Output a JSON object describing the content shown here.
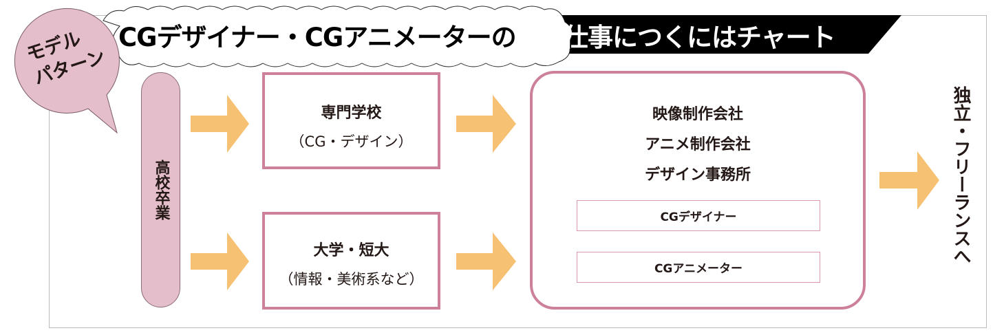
{
  "title": {
    "cloud_part": "CGデザイナー・CGアニメーターの",
    "banner_part": "仕事につくにはチャート"
  },
  "bubble": {
    "line1": "モデル",
    "line2": "パターン"
  },
  "start": "高校卒業",
  "schools": [
    {
      "title": "専門学校",
      "sub": "（CG・デザイン）"
    },
    {
      "title": "大学・短大",
      "sub": "（情報・美術系など）"
    }
  ],
  "employers": {
    "lines": [
      "映像制作会社",
      "アニメ制作会社",
      "デザイン事務所"
    ],
    "jobs": [
      "CGデザイナー",
      "CGアニメーター"
    ]
  },
  "final": "独立・フリーランスへ",
  "colors": {
    "pink": "#e4bfcb",
    "border": "#cc8099",
    "arrow": "#f7c173"
  }
}
